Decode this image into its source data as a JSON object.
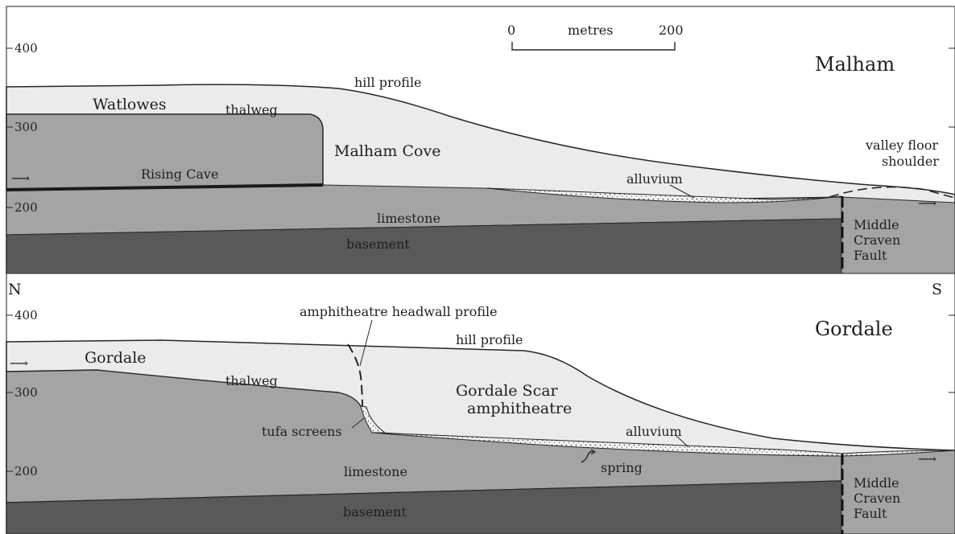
{
  "panels": {
    "malham": {
      "title": "Malham",
      "labels": {
        "hill_profile": "hill profile",
        "watlowes": "Watlowes",
        "thalweg": "thalweg",
        "cove": "Malham Cove",
        "rising_cave": "Rising Cave",
        "alluvium": "alluvium",
        "shoulder": [
          "valley floor",
          "shoulder"
        ],
        "limestone": "limestone",
        "basement": "basement",
        "fault": [
          "Middle",
          "Craven",
          "Fault"
        ]
      },
      "axis_ticks": [
        "400",
        "300",
        "200"
      ]
    },
    "gordale": {
      "title": "Gordale",
      "labels": {
        "north": "N",
        "south": "S",
        "headwall": "amphitheatre headwall profile",
        "hill_profile": "hill profile",
        "gordale": "Gordale",
        "thalweg": "thalweg",
        "amphitheatre": [
          "Gordale Scar",
          "amphitheatre"
        ],
        "tufa": "tufa screens",
        "alluvium": "alluvium",
        "spring": "spring",
        "limestone": "limestone",
        "basement": "basement",
        "fault": [
          "Middle",
          "Craven",
          "Fault"
        ]
      },
      "axis_ticks": [
        "400",
        "300",
        "200"
      ]
    }
  },
  "scale_bar": {
    "start": "0",
    "unit": "metres",
    "end": "200"
  },
  "colors": {
    "hill_fill": "#ebebeb",
    "limestone_fill": "#a4a4a4",
    "basement_fill": "#595959",
    "line": "#262626"
  }
}
